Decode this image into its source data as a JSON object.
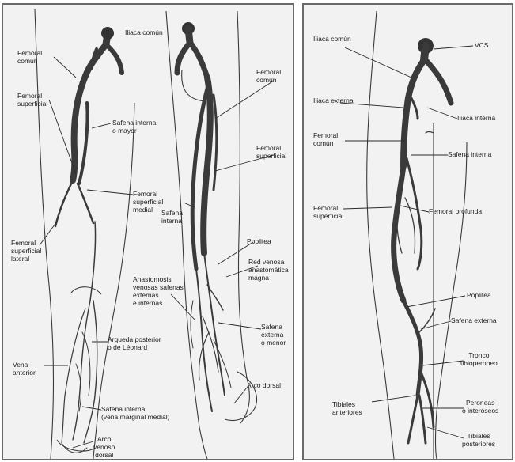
{
  "left_panel": {
    "labels": {
      "iliaca_comun": "Iliaca común",
      "femoral_comun": "Femoral\ncomún",
      "femoral_superficial": "Femoral\nsuperficial",
      "safena_interna_mayor": "Safena interna\no mayor",
      "femoral_superficial_medial": "Femoral\nsuperficial\nmedial",
      "femoral_superficial_lateral": "Femoral\nsuperficial\nlateral",
      "arqueda_posterior": "Arqueda posterior\no de Léonard",
      "vena_anterior": "Vena\nanterior",
      "safena_interna_marginal": "Safena interna\n(vena marginal medial)",
      "arco_venoso_dorsal": "Arco\nvenoso\ndorsal",
      "femoral_comun_right": "Femoral\ncomún",
      "femoral_superficial_right": "Femoral\nsuperficial",
      "safena_interna": "Safena\ninterna",
      "poplitea": "Poplitea",
      "red_venosa": "Red venosa\nanastomática\nmagna",
      "anastomosis": "Anastomosis\nvenosas safenas\nexternas\ne internas",
      "safena_externa_menor": "Safena\nexterna\no menor",
      "arco_dorsal": "Arco dorsal"
    }
  },
  "right_panel": {
    "labels": {
      "iliaca_comun": "Iliaca común",
      "vcs": "VCS",
      "iliaca_externa": "Iliaca externa",
      "iliaca_interna": "Iliaca interna",
      "femoral_comun": "Femoral\ncomún",
      "safena_interna": "Safena interna",
      "femoral_superficial": "Femoral\nsuperficial",
      "femoral_profunda": "Femoral profunda",
      "poplitea": "Poplitea",
      "safena_externa": "Safena externa",
      "tronco_tibioperoneo": "Tronco\ntibioperoneo",
      "tibiales_anteriores": "Tibiales\nanteriores",
      "peroneas": "Peroneas\no interóseos",
      "tibiales_posteriores": "Tibiales\nposteriores"
    }
  }
}
